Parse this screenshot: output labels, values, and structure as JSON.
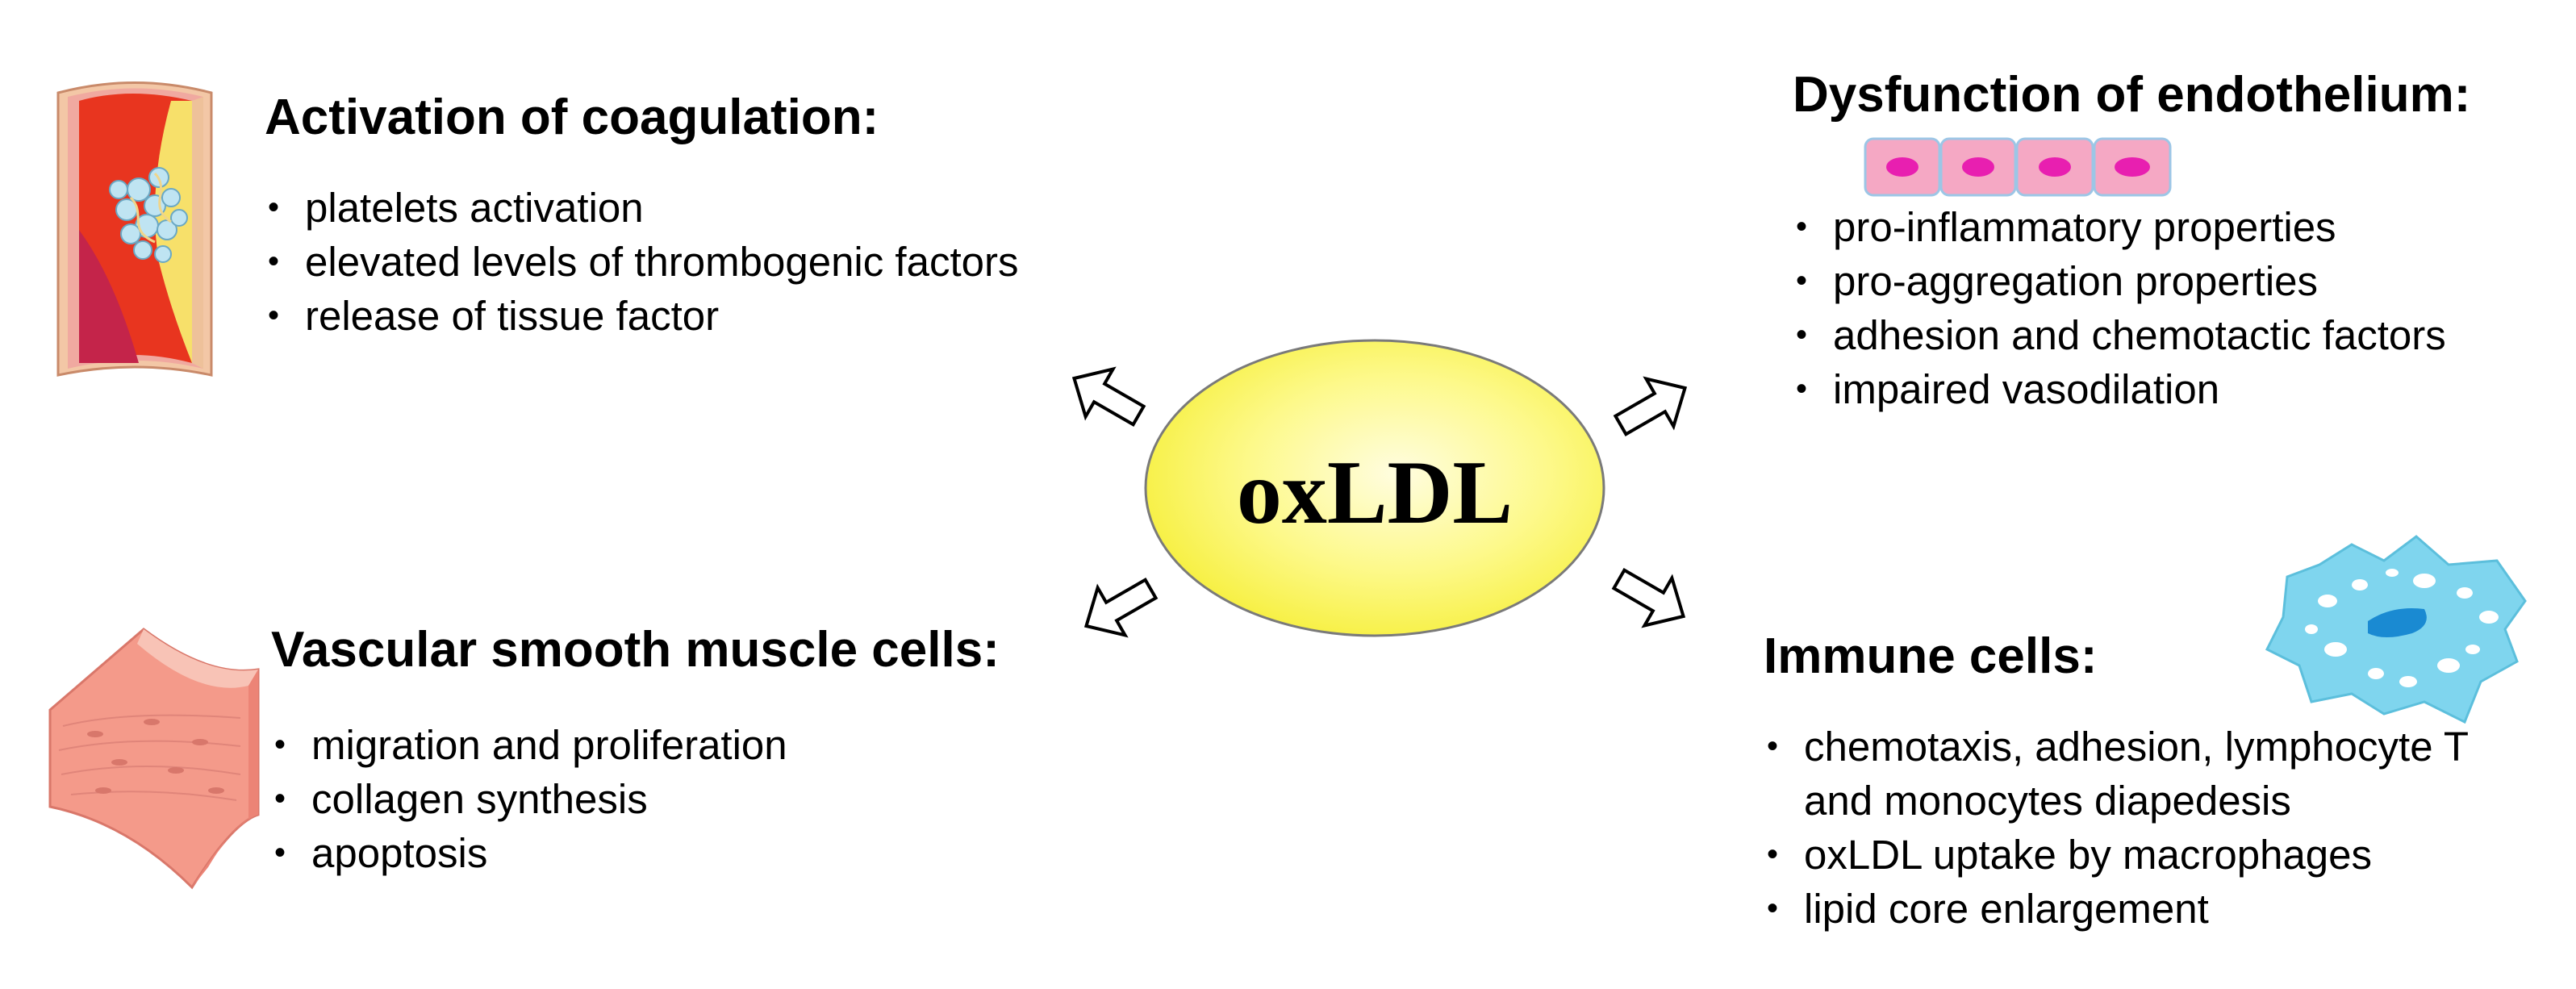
{
  "center": {
    "label": "oxLDL"
  },
  "panels": {
    "coagulation": {
      "title": "Activation of coagulation:",
      "items": [
        "platelets activation",
        "elevated levels of thrombogenic factors",
        "release of tissue factor"
      ]
    },
    "endothelium": {
      "title": "Dysfunction of endothelium:",
      "items": [
        "pro-inflammatory properties",
        "pro-aggregation properties",
        "adhesion and chemotactic factors",
        "impaired vasodilation"
      ]
    },
    "smooth_muscle": {
      "title": "Vascular smooth muscle cells:",
      "items": [
        "migration and proliferation",
        "collagen synthesis",
        "apoptosis"
      ]
    },
    "immune": {
      "title": "Immune cells:",
      "items": [
        "chemotaxis, adhesion, lymphocyte T",
        "and monocytes diapedesis",
        "oxLDL uptake by macrophages",
        "lipid core enlargement"
      ]
    }
  },
  "icons": {
    "vessel": "artery-thrombus-icon",
    "endothelial": "endothelial-cells-icon",
    "muscle": "smooth-muscle-tissue-icon",
    "immune": "immune-cell-icon"
  },
  "colors": {
    "ellipse_fill": "#fbf75a",
    "ellipse_highlight": "#fffbd8",
    "cell_pink": "#f5a8c4",
    "nucleus_magenta": "#e81fb0",
    "immune_cyan": "#7fd5ee",
    "immune_nucleus": "#1a8ad2",
    "muscle_salmon": "#f49a8a",
    "vessel_red": "#e8351f"
  }
}
